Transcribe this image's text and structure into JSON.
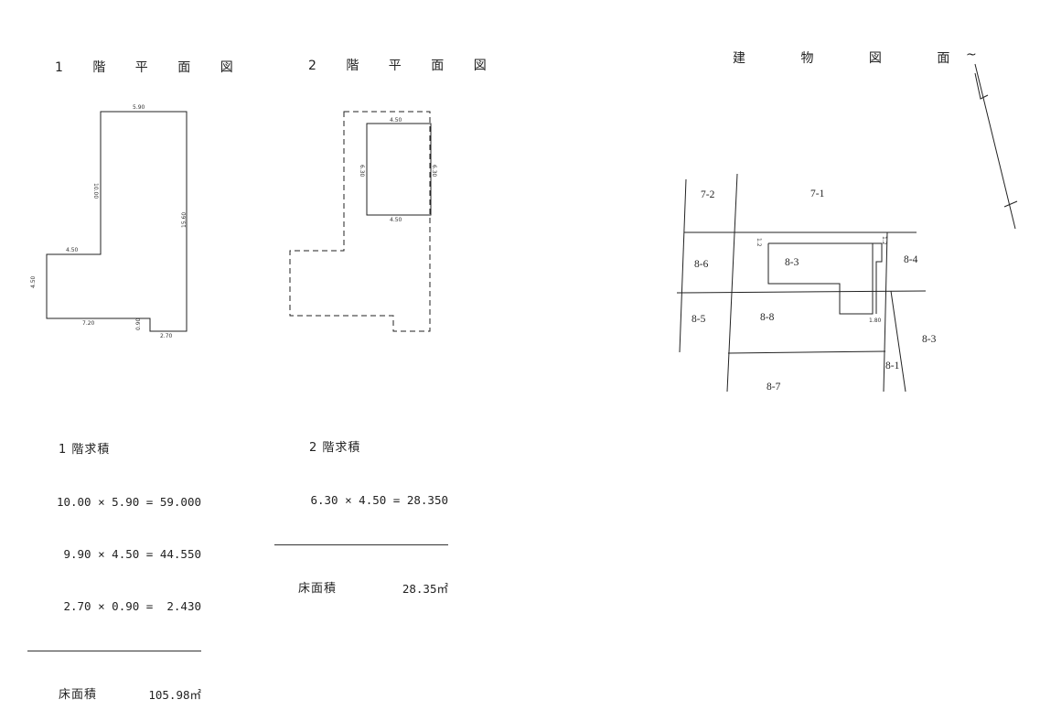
{
  "titles": {
    "floor1": "1 階 平 面 図",
    "floor2": "2 階 平 面 図",
    "building": "建 物 図 面"
  },
  "floor1_dims": {
    "top": "5.90",
    "left_upper": "10.00",
    "right": "15.60",
    "step": "4.50",
    "left_lower": "4.50",
    "bottom": "7.20",
    "notch": "0.90",
    "bottom_right": "2.70"
  },
  "floor2_dims": {
    "top": "4.50",
    "left": "6.30",
    "right": "6.30",
    "bottom": "4.50"
  },
  "floor1_calc": {
    "header": "1 階求積",
    "rows": [
      "10.00 × 5.90 = 59.000",
      "9.90 × 4.50 = 44.550",
      "2.70 × 0.90 =  2.430"
    ],
    "total_label": "床面積",
    "total_value": "105.98㎡"
  },
  "floor2_calc": {
    "header": "2 階求積",
    "rows": [
      "6.30 × 4.50 = 28.350"
    ],
    "total_label": "床面積",
    "total_value": "28.35㎡"
  },
  "site_plan": {
    "lots": {
      "l7_2": "7-2",
      "l7_1": "7-1",
      "l8_6": "8-6",
      "l8_3a": "8-3",
      "l8_4": "8-4",
      "l8_5": "8-5",
      "l8_8": "8-8",
      "l8_3b": "8-3",
      "l8_1": "8-1",
      "l8_7": "8-7"
    },
    "dims": {
      "d1": "1.2",
      "d2": "1.2",
      "d3": "1.80"
    }
  },
  "north_symbol": "~"
}
